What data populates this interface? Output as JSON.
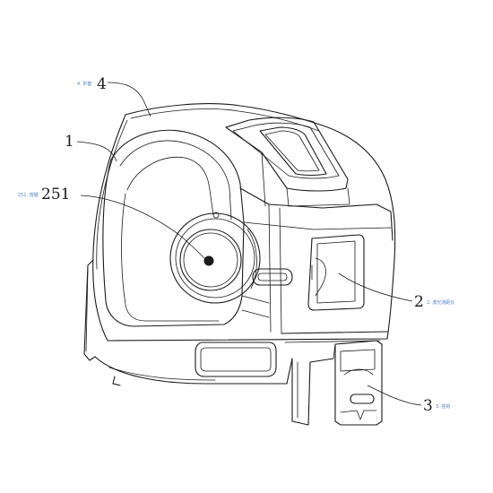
{
  "labels": [
    {
      "id": "housing",
      "number": "4",
      "tag": "4. 护套"
    },
    {
      "id": "body",
      "number": "1",
      "tag": ""
    },
    {
      "id": "button",
      "number": "251",
      "tag": "251. 按键"
    },
    {
      "id": "laser",
      "number": "2",
      "tag": "2. 激光测距仪"
    },
    {
      "id": "hook",
      "number": "3",
      "tag": "3. 挂钩"
    }
  ],
  "colors": {
    "line": "#1a1a1a",
    "tag": "#4a7fd8",
    "background": "#ffffff"
  }
}
